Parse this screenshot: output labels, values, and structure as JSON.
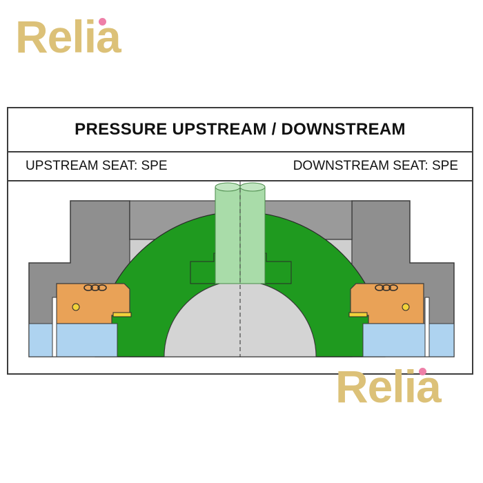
{
  "watermark": {
    "text": "Relia",
    "color": "#dcc178",
    "dot_color": "#ee7fa8"
  },
  "diagram": {
    "title": "PRESSURE UPSTREAM / DOWNSTREAM",
    "upstream_seat_label": "UPSTREAM SEAT: SPE",
    "downstream_seat_label": "DOWNSTREAM SEAT: SPE"
  },
  "colors": {
    "body_gray": "#8f8f8f",
    "bore_gray": "#cfcfcf",
    "ball_green": "#1f9a1f",
    "stem_green": "#a9dca9",
    "seat_orange": "#e9a257",
    "fluid_blue": "#aed3f0",
    "spring_yellow": "#f2d23a",
    "outline": "#3a3a3a"
  }
}
